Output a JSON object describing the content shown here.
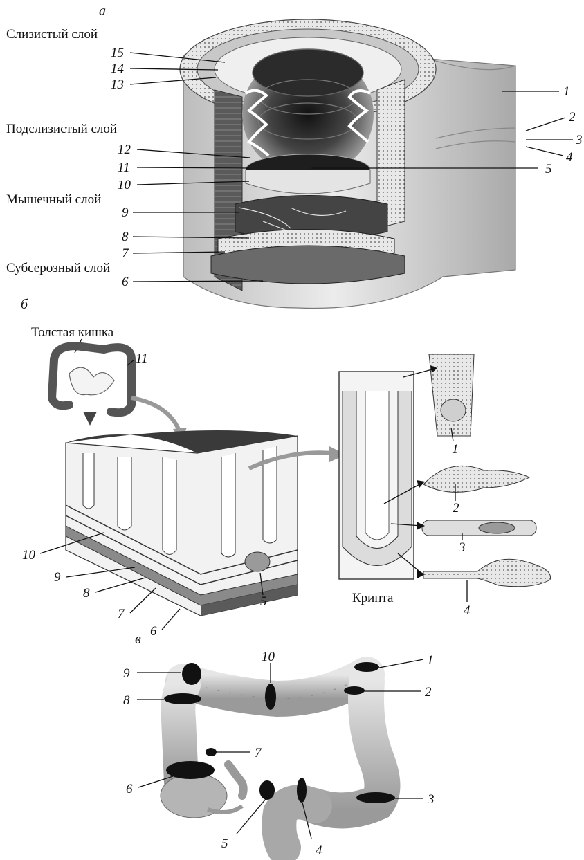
{
  "panels": {
    "a": {
      "letter": "а",
      "layers": [
        "Слизистый слой",
        "Подслизистый слой",
        "Мышечный слой",
        "Субсерозный слой"
      ],
      "numbers_left": [
        "15",
        "14",
        "13",
        "12",
        "11",
        "10",
        "9",
        "8",
        "7",
        "6"
      ],
      "numbers_right": [
        "1",
        "2",
        "3",
        "4",
        "5"
      ]
    },
    "b": {
      "letter": "б",
      "organ_label": "Толстая кишка",
      "organ_number": "11",
      "crypt_label": "Крипта",
      "numbers_block": [
        "10",
        "9",
        "8",
        "7",
        "6",
        "5"
      ],
      "numbers_cells": [
        "1",
        "2",
        "3",
        "4"
      ]
    },
    "c": {
      "letter": "в",
      "numbers": [
        "1",
        "2",
        "3",
        "4",
        "5",
        "6",
        "7",
        "8",
        "9",
        "10"
      ]
    }
  },
  "colors": {
    "ink": "#111111",
    "tissue_dark": "#3a3a3a",
    "tissue_mid": "#8c8c8c",
    "tissue_light": "#d2d2d2"
  }
}
